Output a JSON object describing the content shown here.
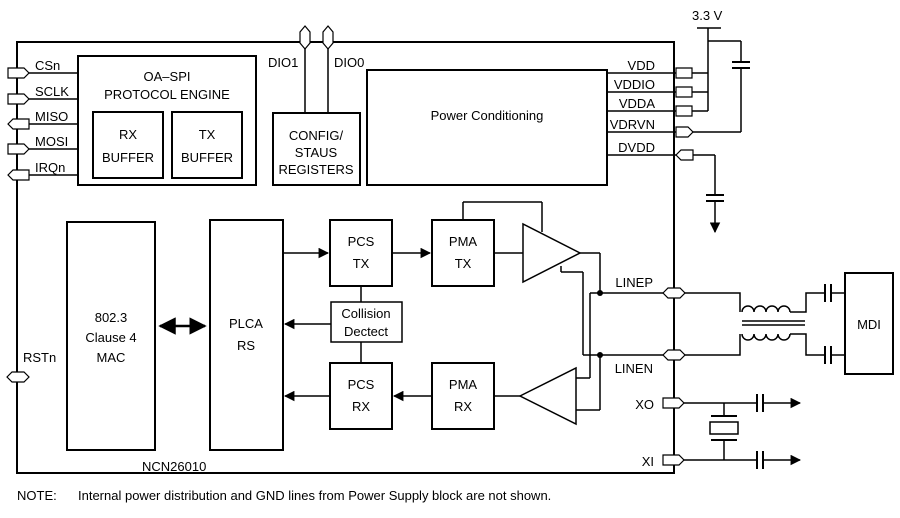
{
  "chip": {
    "name": "NCN26010"
  },
  "supply": {
    "label": "3.3 V"
  },
  "spi": {
    "title_line1": "OA–SPI",
    "title_line2": "PROTOCOL ENGINE",
    "rx_line1": "RX",
    "rx_line2": "BUFFER",
    "tx_line1": "TX",
    "tx_line2": "BUFFER"
  },
  "config": {
    "line1": "CONFIG/",
    "line2": "STAUS",
    "line3": "REGISTERS"
  },
  "dio": {
    "dio1": "DIO1",
    "dio0": "DIO0"
  },
  "power": {
    "label": "Power Conditioning"
  },
  "left_pins": {
    "csn": "CSn",
    "sclk": "SCLK",
    "miso": "MISO",
    "mosi": "MOSI",
    "irqn": "IRQn",
    "rstn": "RSTn"
  },
  "right_pins": {
    "vdd": "VDD",
    "vddio": "VDDIO",
    "vdda": "VDDA",
    "vdrvn": "VDRVN",
    "dvdd": "DVDD",
    "linep": "LINEP",
    "linen": "LINEN",
    "xo": "XO",
    "xi": "XI"
  },
  "mac": {
    "line1": "802.3",
    "line2": "Clause 4",
    "line3": "MAC"
  },
  "plca": {
    "line1": "PLCA",
    "line2": "RS"
  },
  "pcs_tx": {
    "line1": "PCS",
    "line2": "TX"
  },
  "pcs_rx": {
    "line1": "PCS",
    "line2": "RX"
  },
  "pma_tx": {
    "line1": "PMA",
    "line2": "TX"
  },
  "pma_rx": {
    "line1": "PMA",
    "line2": "RX"
  },
  "collision": {
    "line1": "Collision",
    "line2": "Dectect"
  },
  "mdi": {
    "label": "MDI"
  },
  "note": {
    "prefix": "NOTE:",
    "text": "Internal power distribution and GND lines from Power Supply block are not shown."
  }
}
